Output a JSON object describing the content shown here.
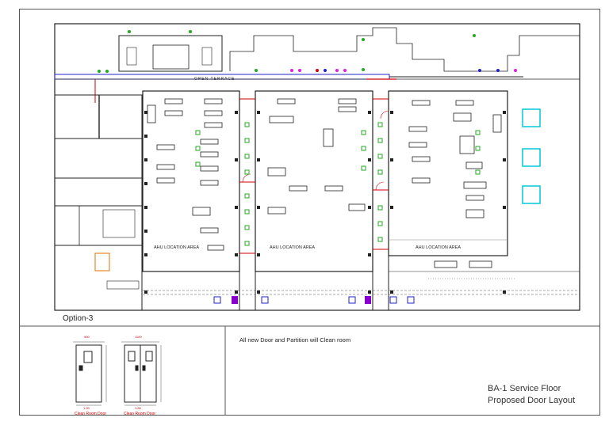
{
  "drawing": {
    "option_label": "Option-3",
    "note": "All new Door and Partition will Clean room",
    "title_line1": "BA-1 Service Floor",
    "title_line2": "Proposed Door Layout",
    "terrace_label": "OPEN TERRACE"
  },
  "areas": [
    {
      "label": "AHU LOCATION AREA"
    },
    {
      "label": "AHU LOCATION AREA"
    },
    {
      "label": "AHU LOCATION AREA"
    }
  ],
  "doors": [
    {
      "caption": "Clean Room Door",
      "width_top": "900",
      "width_bottom": "1.20"
    },
    {
      "caption": "Clean Room Door",
      "width_top": "1100",
      "width_bottom": "1.60"
    }
  ],
  "colors": {
    "wall": "#222222",
    "partition_red": "#cc0000",
    "equipment_green": "#22aa22",
    "cyan_box": "#00c8d8",
    "door_blue": "#2222cc",
    "door_purple": "#8800cc",
    "dot_magenta": "#e020e0"
  }
}
